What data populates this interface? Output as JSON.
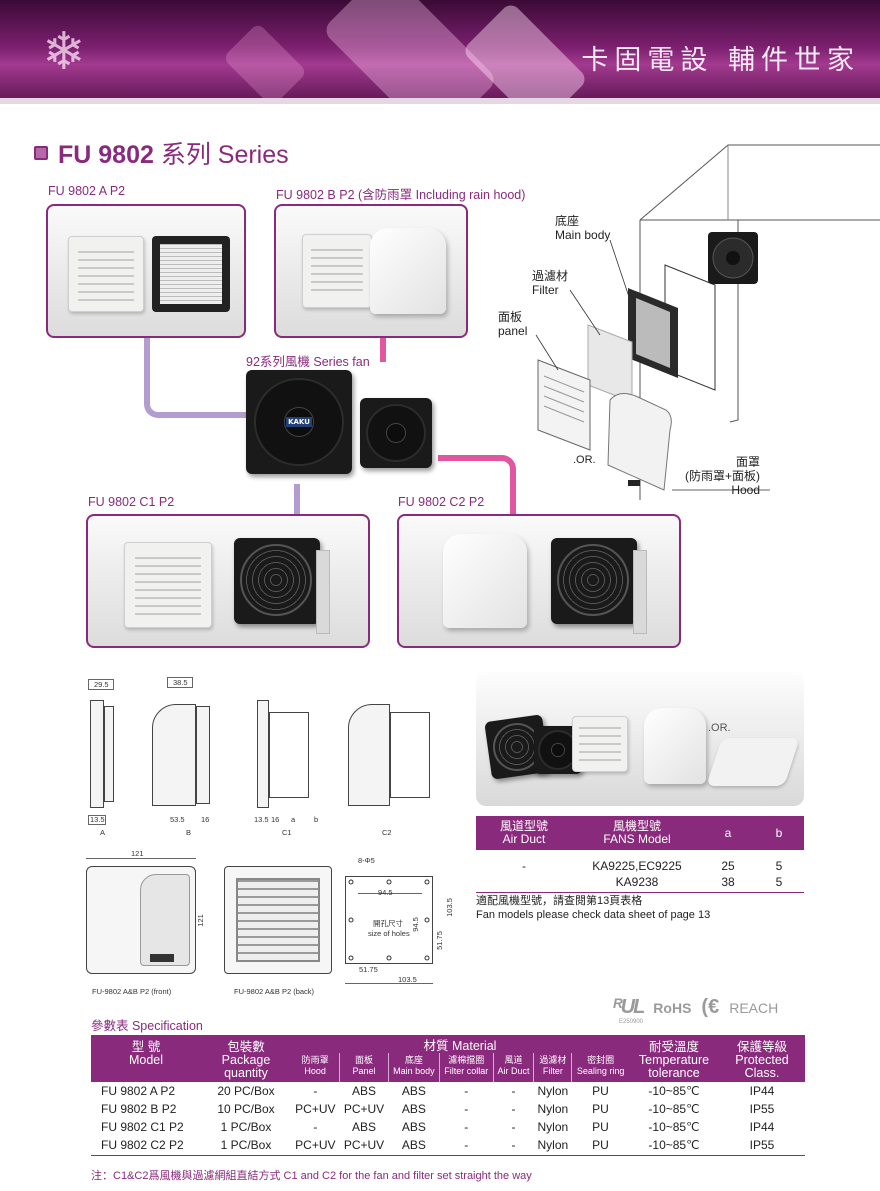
{
  "banner": {
    "title": "卡固電設 輔件世家",
    "logo_icon": "snowflake-icon"
  },
  "section": {
    "title_bold": "FU 9802",
    "title_rest": " 系列  Series"
  },
  "products": {
    "a_p2": "FU 9802 A P2",
    "b_p2": "FU 9802 B P2 (含防雨罩  Including rain hood)",
    "fan_label": "92系列風機  Series fan",
    "c1_p2": "FU 9802 C1 P2",
    "c2_p2": "FU 9802 C2 P2",
    "fan_brand": "KAKU"
  },
  "exploded": {
    "main_body": [
      "底座",
      "Main body"
    ],
    "filter": [
      "過濾材",
      "Filter"
    ],
    "panel": [
      "面板",
      "panel"
    ],
    "or": ".OR.",
    "hood": [
      "面罩",
      "(防雨罩+面板)",
      "Hood"
    ]
  },
  "drawings": {
    "side_dims": {
      "d29_5": "29.5",
      "d38_5": "38.5",
      "d13_5a": "13.5",
      "d53_5": "53.5",
      "d16a": "16",
      "d13_5b": "13.5",
      "d16b": "16",
      "a": "a",
      "b": "b"
    },
    "side_labels": [
      "A",
      "B",
      "C1",
      "C2"
    ],
    "front": {
      "width": "121",
      "height": "121",
      "caption": "FU-9802 A&B P2 (front)"
    },
    "back": {
      "caption": "FU-9802 A&B P2 (back)"
    },
    "holes": {
      "holes_count": "8-Φ5",
      "d94_5_top": "94.5",
      "d94_5_side": "94.5",
      "d103_5_side": "103.5",
      "d51_75_side": "51.75",
      "d51_75_bottom": "51.75",
      "d103_5_bottom": "103.5",
      "center_line1": "開孔尺寸",
      "center_line2": "size of holes"
    },
    "photo_or": ".OR."
  },
  "duct_table": {
    "headers": [
      [
        "風道型號",
        "Air Duct"
      ],
      [
        "風機型號",
        "FANS Model"
      ],
      [
        "a"
      ],
      [
        "b"
      ]
    ],
    "rows": [
      [
        "-",
        "KA9225,EC9225",
        "25",
        "5"
      ],
      [
        "",
        "KA9238",
        "38",
        "5"
      ]
    ],
    "note_line1": "適配風機型號，請查閱第13頁表格",
    "note_line2": "Fan models please check data sheet of page 13"
  },
  "certs": {
    "ul": "ᴿUL",
    "rohs": "RoHS",
    "ce": "(€",
    "reach": "REACH",
    "e_number": "E250900"
  },
  "spec": {
    "title": "參數表  Specification",
    "head": {
      "model": [
        "型 號",
        "Model"
      ],
      "package": [
        "包裝數",
        "Package",
        "quantity"
      ],
      "material": "材質  Material",
      "temperature": [
        "耐受溫度",
        "Temperature",
        "tolerance"
      ],
      "protection": [
        "保護等級",
        "Protected",
        "Class."
      ]
    },
    "material_cols": [
      [
        "防雨罩",
        "Hood"
      ],
      [
        "面板",
        "Panel"
      ],
      [
        "底座",
        "Main body"
      ],
      [
        "濾棉擋圈",
        "Filter collar"
      ],
      [
        "風道",
        "Air Duct"
      ],
      [
        "過濾材",
        "Filter"
      ],
      [
        "密封圈",
        "Sealing ring"
      ]
    ],
    "rows": [
      [
        "FU 9802  A  P2",
        "20 PC/Box",
        "-",
        "ABS",
        "ABS",
        "-",
        "-",
        "Nylon",
        "PU",
        "-10~85℃",
        "IP44"
      ],
      [
        "FU 9802  B  P2",
        "10 PC/Box",
        "PC+UV",
        "PC+UV",
        "ABS",
        "-",
        "-",
        "Nylon",
        "PU",
        "-10~85℃",
        "IP55"
      ],
      [
        "FU 9802 C1 P2",
        "1 PC/Box",
        "-",
        "ABS",
        "ABS",
        "-",
        "-",
        "Nylon",
        "PU",
        "-10~85℃",
        "IP44"
      ],
      [
        "FU 9802 C2 P2",
        "1 PC/Box",
        "PC+UV",
        "PC+UV",
        "ABS",
        "-",
        "-",
        "Nylon",
        "PU",
        "-10~85℃",
        "IP55"
      ]
    ],
    "footnote": "注：C1&C2爲風機與過濾網組直結方式  C1 and C2 for the fan and filter set straight the way"
  }
}
